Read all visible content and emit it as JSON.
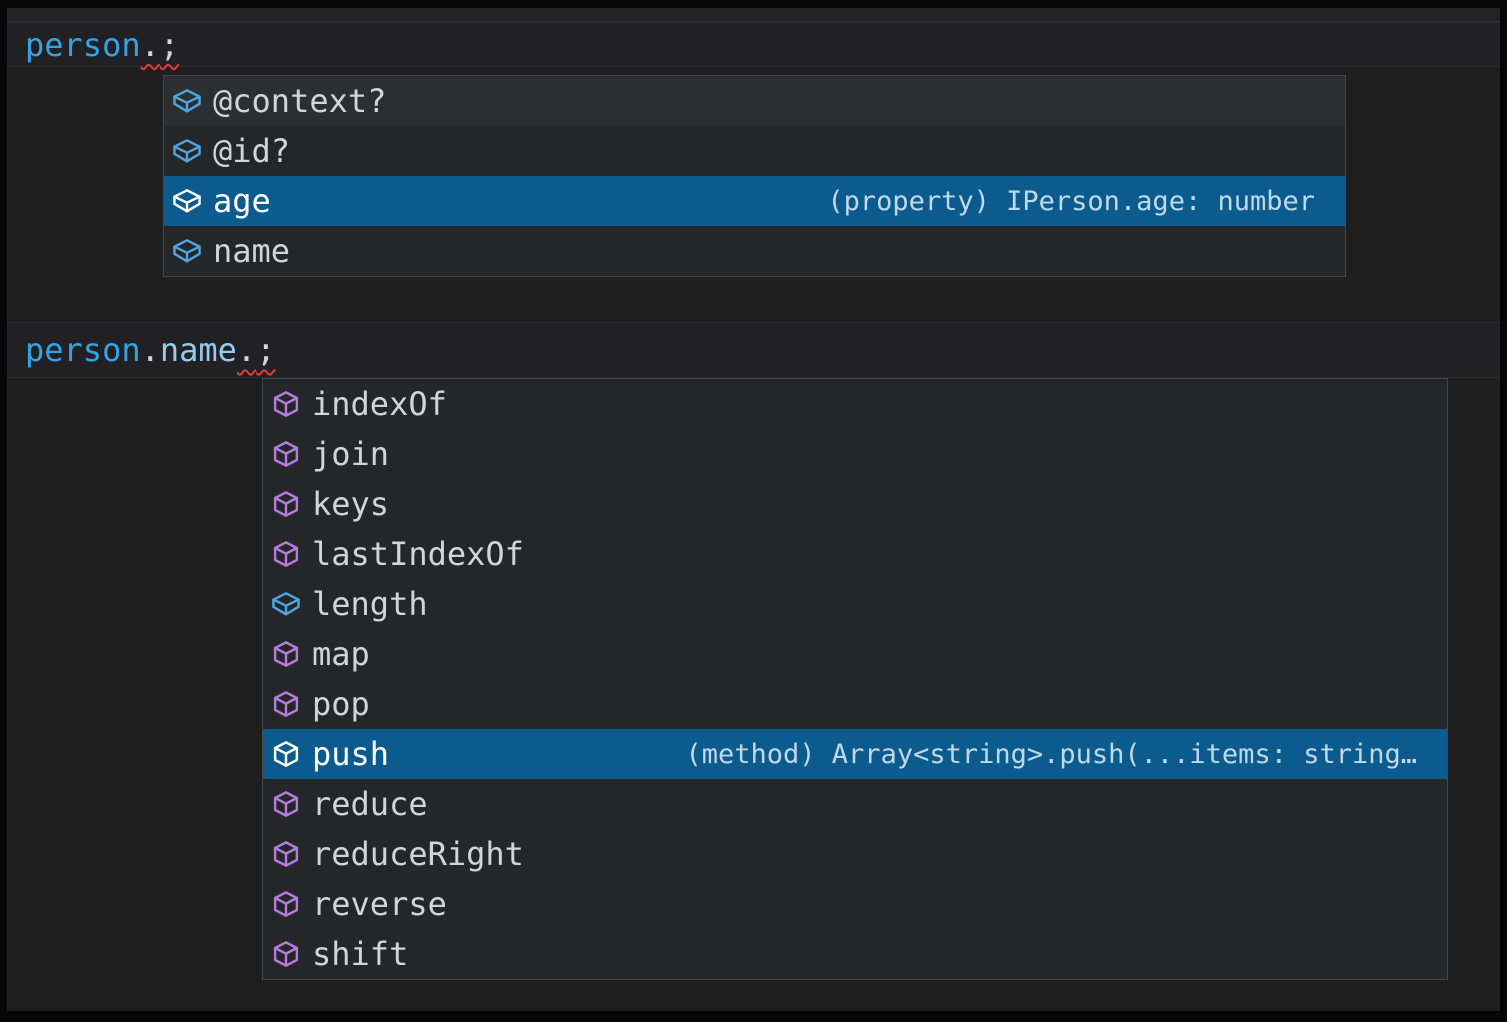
{
  "colors": {
    "editor_bg": "#1e1e1e",
    "frame": "#060607",
    "topstrip_bg": "#232325",
    "topstrip_line": "#2d2e2f",
    "line_highlight_bg": "#212123",
    "line_highlight_border": "#2b2b2d",
    "list_bg": "#252628",
    "list_border": "#444648",
    "row_hover_bg": "#2c2f31",
    "row_selected_bg": "#0c5b8f",
    "label": "#d4d4d4",
    "label_selected": "#ffffff",
    "detail_text": "#c0d9e8",
    "token_variable": "#35a2e8",
    "token_property": "#93ccf1",
    "token_punctuation": "#d4d4d4",
    "squiggle": "#e23d3d",
    "icon_field": "#4da6e0",
    "icon_method": "#b57bdb",
    "icon_selected": "#ffffff"
  },
  "code_lines": [
    {
      "tokens": [
        {
          "text": "person",
          "type": "variable"
        },
        {
          "text": ".",
          "type": "punctuation",
          "error": true
        },
        {
          "text": ";",
          "type": "punctuation",
          "error": true
        }
      ]
    },
    {
      "tokens": [
        {
          "text": "person",
          "type": "variable"
        },
        {
          "text": ".",
          "type": "punctuation"
        },
        {
          "text": "name",
          "type": "property"
        },
        {
          "text": ".",
          "type": "punctuation",
          "error": true
        },
        {
          "text": ";",
          "type": "punctuation",
          "error": true
        }
      ]
    }
  ],
  "suggest_popups": [
    {
      "items": [
        {
          "label": "@context?",
          "kind": "field",
          "hover": true
        },
        {
          "label": "@id?",
          "kind": "field"
        },
        {
          "label": "age",
          "kind": "field",
          "selected": true,
          "detail": "(property) IPerson.age: number"
        },
        {
          "label": "name",
          "kind": "field"
        }
      ]
    },
    {
      "items": [
        {
          "label": "indexOf",
          "kind": "method"
        },
        {
          "label": "join",
          "kind": "method"
        },
        {
          "label": "keys",
          "kind": "method"
        },
        {
          "label": "lastIndexOf",
          "kind": "method"
        },
        {
          "label": "length",
          "kind": "field"
        },
        {
          "label": "map",
          "kind": "method"
        },
        {
          "label": "pop",
          "kind": "method"
        },
        {
          "label": "push",
          "kind": "method",
          "selected": true,
          "detail": "(method) Array<string>.push(...items: string…"
        },
        {
          "label": "reduce",
          "kind": "method"
        },
        {
          "label": "reduceRight",
          "kind": "method"
        },
        {
          "label": "reverse",
          "kind": "method"
        },
        {
          "label": "shift",
          "kind": "method"
        }
      ]
    }
  ]
}
